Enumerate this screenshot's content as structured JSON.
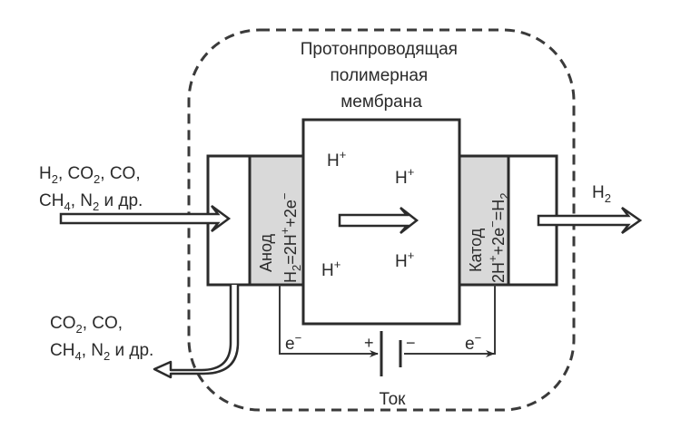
{
  "diagram": {
    "title_lines": [
      "Протонпроводящая",
      "полимерная",
      "мембрана"
    ],
    "inlet": {
      "line1": [
        {
          "t": "H"
        },
        {
          "t": "2",
          "sub": true
        },
        {
          "t": ", CO"
        },
        {
          "t": "2",
          "sub": true
        },
        {
          "t": ", CO,"
        }
      ],
      "line2": [
        {
          "t": "CH"
        },
        {
          "t": "4",
          "sub": true
        },
        {
          "t": ", N"
        },
        {
          "t": "2",
          "sub": true
        },
        {
          "t": " и др."
        }
      ]
    },
    "outlet_waste": {
      "line1": [
        {
          "t": "CO"
        },
        {
          "t": "2",
          "sub": true
        },
        {
          "t": ", CO,"
        }
      ],
      "line2": [
        {
          "t": "CH"
        },
        {
          "t": "4",
          "sub": true
        },
        {
          "t": ", N"
        },
        {
          "t": "2",
          "sub": true
        },
        {
          "t": " и др."
        }
      ]
    },
    "outlet_product": [
      {
        "t": "H"
      },
      {
        "t": "2",
        "sub": true
      }
    ],
    "anode": {
      "label": "Анод",
      "reaction": [
        {
          "t": "H"
        },
        {
          "t": "2",
          "sub": true
        },
        {
          "t": "=2H"
        },
        {
          "t": "+",
          "sup": true
        },
        {
          "t": "+2e"
        },
        {
          "t": "−",
          "sup": true
        }
      ]
    },
    "cathode": {
      "label": "Катод",
      "reaction": [
        {
          "t": "2H"
        },
        {
          "t": "+",
          "sup": true
        },
        {
          "t": "+2e"
        },
        {
          "t": "−",
          "sup": true
        },
        {
          "t": "=H"
        },
        {
          "t": "2",
          "sub": true
        }
      ]
    },
    "protons": [
      {
        "t": "H",
        "charge": "+"
      },
      {
        "t": "H",
        "charge": "+"
      },
      {
        "t": "H",
        "charge": "+"
      },
      {
        "t": "H",
        "charge": "+"
      }
    ],
    "circuit": {
      "electron_left": {
        "t": "e",
        "charge": "−"
      },
      "electron_right": {
        "t": "e",
        "charge": "−"
      },
      "plus": "+",
      "minus": "−",
      "current_label": "Ток"
    },
    "colors": {
      "line": "#2b2b2b",
      "electrode_fill": "#d9d9d9",
      "background": "#ffffff"
    }
  }
}
